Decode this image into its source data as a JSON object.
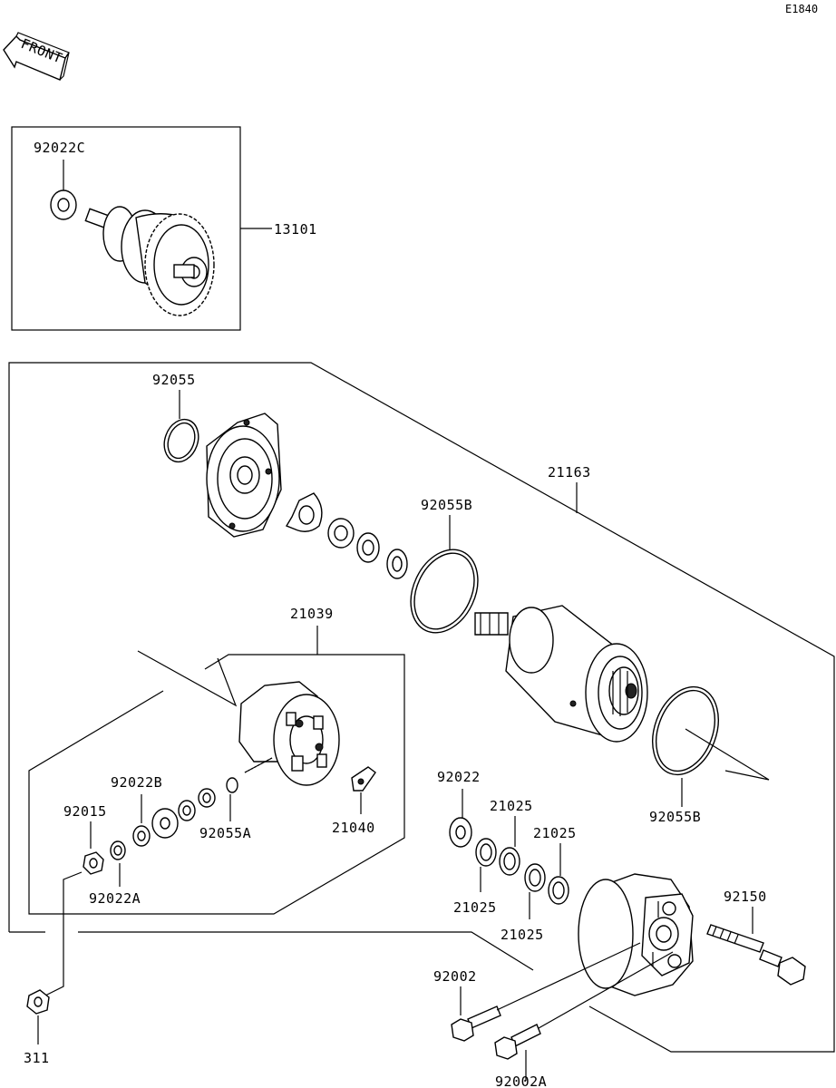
{
  "diagram_code": "E1840",
  "front_label": "FRONT",
  "labels": {
    "p92022C": "92022C",
    "p13101": "13101",
    "p92055": "92055",
    "p21163": "21163",
    "p92055B_top": "92055B",
    "p21039": "21039",
    "p92022B": "92022B",
    "p92015": "92015",
    "p92055A": "92055A",
    "p21040": "21040",
    "p92022A": "92022A",
    "p92022": "92022",
    "p21025_a": "21025",
    "p21025_b": "21025",
    "p21025_c": "21025",
    "p21025_d": "21025",
    "p92055B_bot": "92055B",
    "p92150": "92150",
    "p92002": "92002",
    "p92002A": "92002A",
    "p311": "311"
  }
}
